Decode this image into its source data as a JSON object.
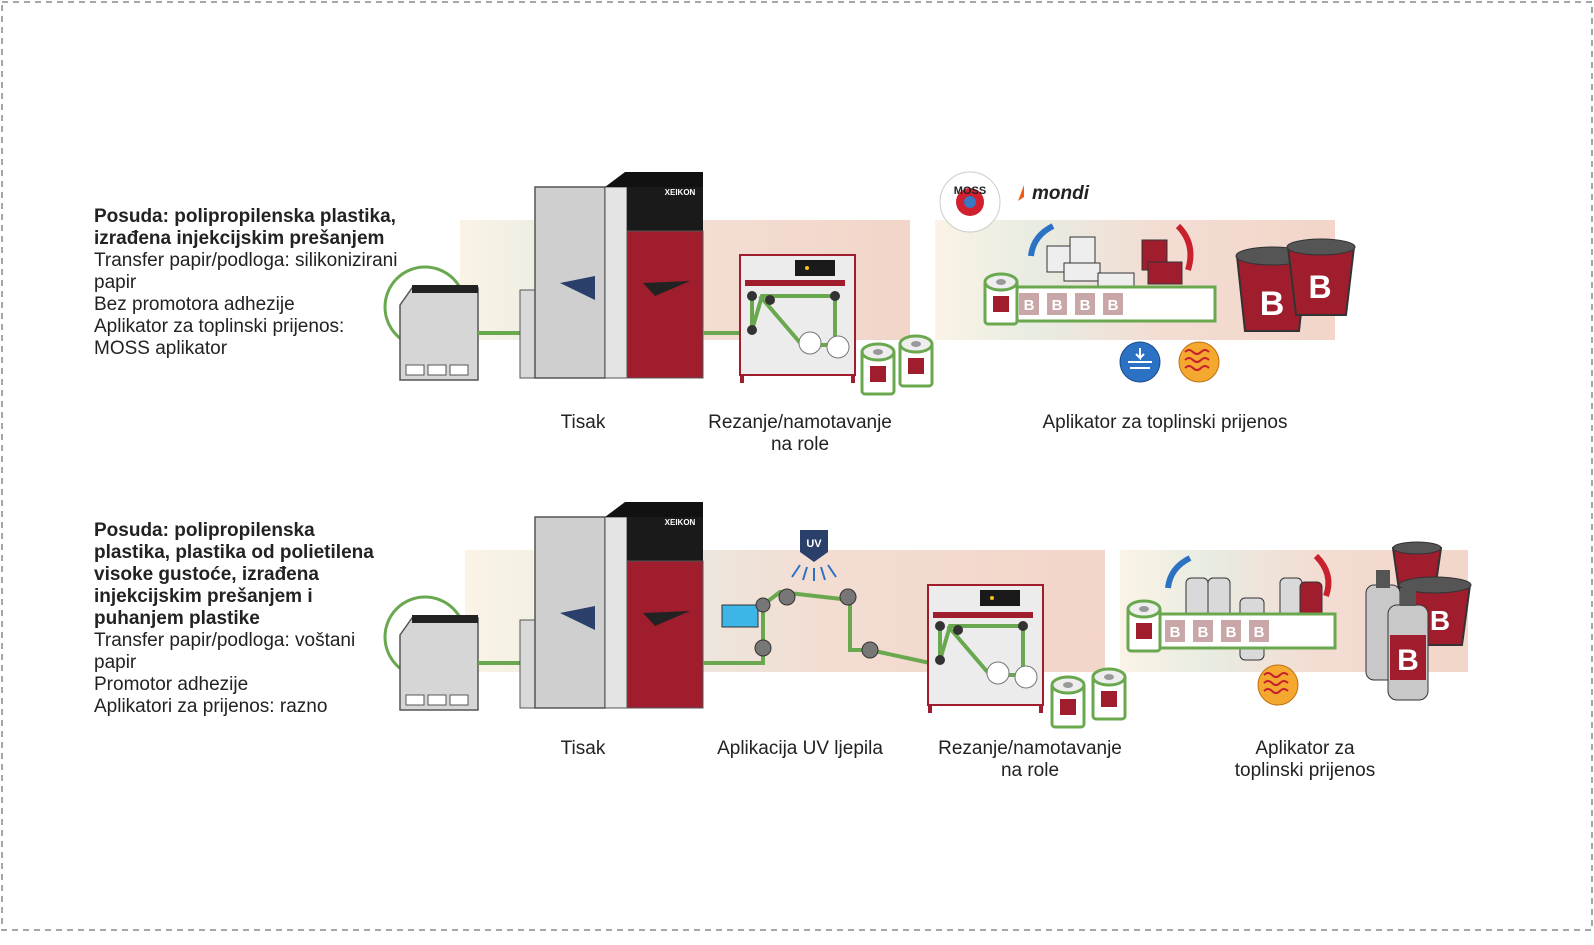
{
  "brand_text": "XEIKON",
  "logos": {
    "moss": "MOSS",
    "mondi": "mondi"
  },
  "rows": [
    {
      "title_lines": [
        "Posuda: polipropilenska plastika,",
        "izrađena injekcijskim prešanjem"
      ],
      "detail_lines": [
        "Transfer papir/podloga: silikonizirani",
        "papir",
        "Bez promotora adhezije",
        "Aplikator za toplinski prijenos:",
        "MOSS aplikator"
      ],
      "stages": [
        "Tisak",
        "Rezanje/namotavanje na role",
        "Aplikator za toplinski prijenos"
      ],
      "label_letters": [
        "B",
        "B",
        "B",
        "B"
      ]
    },
    {
      "title_lines": [
        "Posuda: polipropilenska",
        "plastika, plastika od polietilena",
        "visoke gustoće,  izrađena",
        "injekcijskim prešanjem i",
        "puhanjem plastike"
      ],
      "detail_lines": [
        "Transfer papir/podloga: voštani",
        "papir",
        "Promotor adhezije",
        "Aplikatori za prijenos: razno"
      ],
      "stages": [
        "Tisak",
        "Aplikacija UV ljepila",
        "Rezanje/namotavanje na role",
        "Aplikator za toplinski prijenos"
      ],
      "uv_text": "UV",
      "label_letters": [
        "B",
        "B",
        "B",
        "B"
      ]
    }
  ],
  "product_letter": "B",
  "colors": {
    "green": "#6aa84f",
    "printer_red": "#a01d2d",
    "printer_black": "#1a1a1a",
    "grey": "#c8c8c8",
    "band_pink": "#f2d4c8"
  }
}
